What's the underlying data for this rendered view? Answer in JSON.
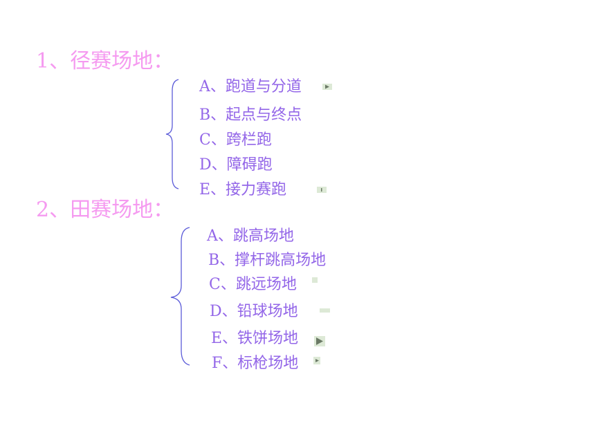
{
  "colors": {
    "heading": "#f59af0",
    "item": "#9366e8",
    "brace": "#5a5ad8",
    "marker_bg": "#dde9d6",
    "marker_fg": "#6b7a66"
  },
  "sections": [
    {
      "title": "1、径赛场地：",
      "items": [
        "A、跑道与分道",
        "B、起点与终点",
        "C、跨栏跑",
        "D、障碍跑",
        "E、接力赛跑"
      ]
    },
    {
      "title": "2、田赛场地：",
      "items": [
        "A、跳高场地",
        "B、撑杆跳高场地",
        "C、跳远场地",
        "D、铅球场地",
        "E、铁饼场地",
        "F、标枪场地"
      ]
    }
  ]
}
